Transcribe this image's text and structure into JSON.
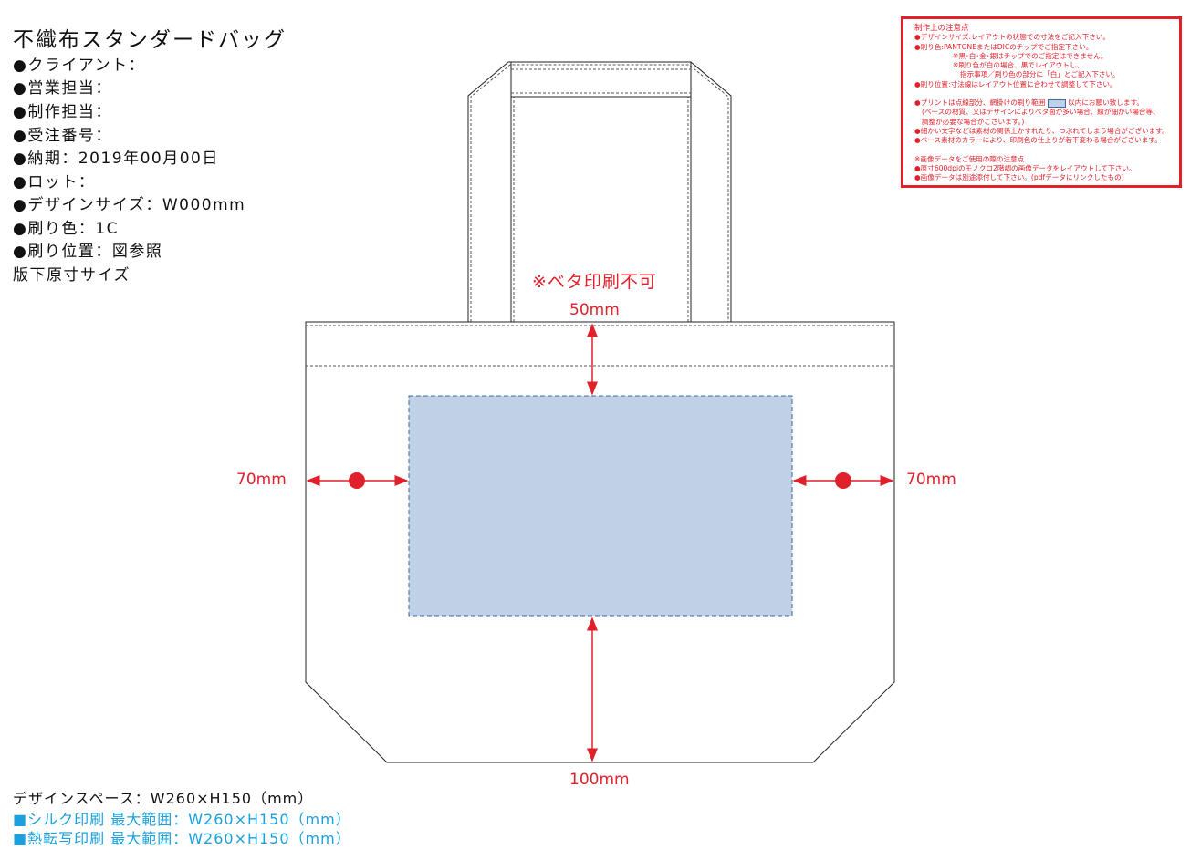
{
  "title": "不織布スタンダードバッグ",
  "specs": [
    "●クライアント：",
    "●営業担当：",
    "●制作担当：",
    "●受注番号：",
    "●納期：2019年00月00日",
    "●ロット：",
    "●デザインサイズ：W000mm",
    "●刷り色：1C",
    "●刷り位置：図参照",
    "版下原寸サイズ"
  ],
  "notes": {
    "heading": "制作上の注意点",
    "l1": "●デザインサイズ:レイアウトの状態での寸法をご記入下さい。",
    "l2": "●刷り色:PANTONEまたはDICのチップでご指定下さい。",
    "l3": "※黒･白･金･銀はチップでのご指定はできません。",
    "l4": "※刷り色が白の場合、黒でレイアウトし、",
    "l5": "指示事項／刷り色の部分に「白」とご記入下さい。",
    "l6": "●刷り位置:寸法線はレイアウト位置に合わせて調整して下さい。",
    "l7a": "●プリントは点線部分、網掛けの刷り範囲",
    "l7b": "以内にお願い致します。",
    "l8": "(ベースの材質、又はデザインによりベタ面が多い場合、線が細かい場合等、",
    "l9": "調整が必要な場合がございます。)",
    "l10": "●細かい文字などは素材の関係上かすれたり、つぶれてしまう場合がございます。",
    "l11": "●ベース素材のカラーにより、印刷色の仕上りが若干変わる場合がございます。",
    "l12": "※画像データをご使用の際の注意点",
    "l13": "●原寸600dpiのモノクロ2階調の画像データをレイアウトして下さい。",
    "l14": "●画像データは別途添付して下さい。(pdfデータにリンクしたもの)"
  },
  "diagram": {
    "no_solid": "※ベタ印刷不可",
    "top": "50mm",
    "left": "70mm",
    "right": "70mm",
    "bottom": "100mm"
  },
  "footer": {
    "design_space": "デザインスペース：W260×H150（mm）",
    "silk": "■シルク印刷 最大範囲：W260×H150（mm）",
    "heat": "■熱転写印刷 最大範囲：W260×H150（mm）"
  },
  "colors": {
    "accent": "#e0202a",
    "print_area": "#c0d0e6",
    "info": "#1aa0dc"
  }
}
